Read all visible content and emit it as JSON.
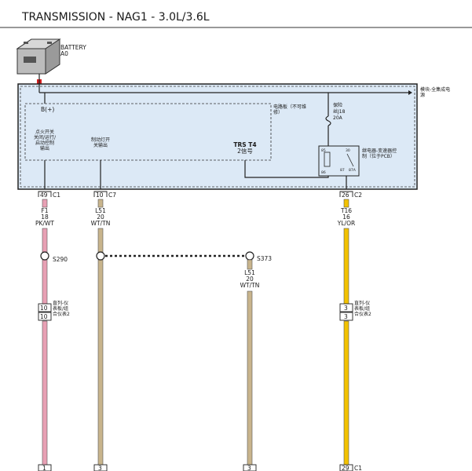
{
  "header": {
    "title": "TRANSMISSION - NAG1 - 3.0L/3.6L"
  },
  "battery": {
    "name": "BATTERY",
    "code": "A0"
  },
  "module": {
    "label_line1": "模块-全集成电",
    "label_line2": "源",
    "b_plus": "B(+)",
    "circuit_board_line1": "电路板（不可维",
    "circuit_board_line2": "修）",
    "ign_line1": "点火开关",
    "ign_line2": "关闭/运行/",
    "ign_line3": "启动控制",
    "ign_line4": "输出",
    "brake_line1": "制动灯开",
    "brake_line2": "关输出",
    "trs_line1": "TRS T4",
    "trs_line2": "2信号",
    "fuse_line1": "保险",
    "fuse_line2": "丝J18",
    "fuse_line3": "20A",
    "relay_line1": "继电器-变速器控",
    "relay_line2": "制（位于PCB）",
    "relay_pin_85": "85",
    "relay_pin_86": "86",
    "relay_pin_30": "30",
    "relay_pin_87": "87",
    "relay_pin_87a": "87A"
  },
  "connectors_top": [
    {
      "pin": "49",
      "name": "C1"
    },
    {
      "pin": "10",
      "name": "C7"
    },
    {
      "pin": "26",
      "name": "C2"
    }
  ],
  "wires": [
    {
      "circuit": "F1",
      "gauge": "18",
      "color": "PK/WT"
    },
    {
      "circuit": "L51",
      "gauge": "20",
      "color": "WT/TN"
    },
    {
      "circuit": "T16",
      "gauge": "16",
      "color": "YL/OR"
    },
    {
      "circuit": "L51",
      "gauge": "20",
      "color": "WT/TN"
    }
  ],
  "splices": [
    "S290",
    "S373"
  ],
  "inline_connectors": [
    {
      "pin": "10",
      "pin2": "10",
      "line1": "直列-仪",
      "line2": "表板/组",
      "line3": "合仪表2"
    },
    {
      "pin": "3",
      "pin2": "3",
      "line1": "直列-仪",
      "line2": "表板/组",
      "line3": "合仪表2"
    }
  ],
  "connectors_bottom": [
    {
      "pin": "1",
      "name": ""
    },
    {
      "pin": "3",
      "name": ""
    },
    {
      "pin": "3",
      "name": ""
    },
    {
      "pin": "29",
      "name": "C1"
    }
  ],
  "colors": {
    "module_fill": "#dce9f6",
    "pk_wt": "#e8a0b4",
    "wt_tn": "#c8b48c",
    "yl_or": "#f2c200",
    "battery_red": "#d62020"
  },
  "icons": {
    "battery": "battery-icon"
  }
}
